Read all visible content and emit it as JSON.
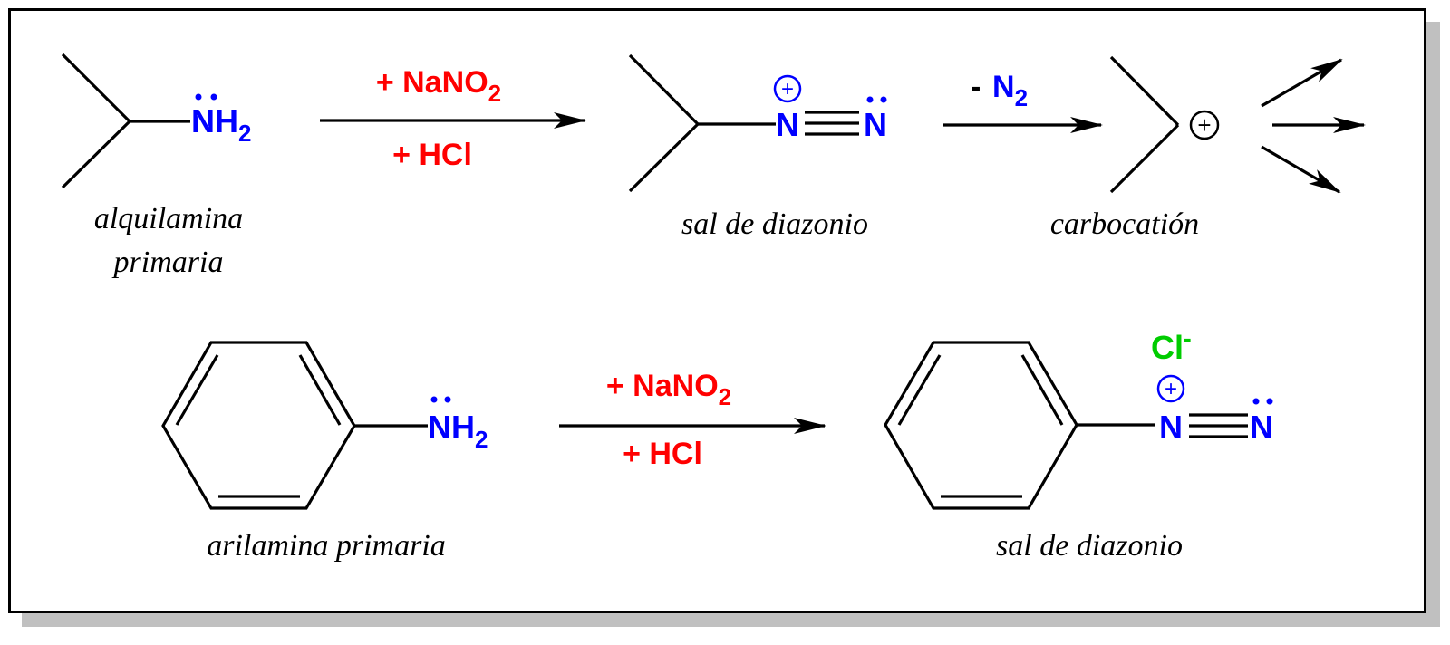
{
  "colors": {
    "atom": "#0000ff",
    "reagent": "#ff0000",
    "anion": "#00cc00",
    "bond": "#000000",
    "frame_shadow": "#c0c0c0"
  },
  "row1": {
    "reactant": {
      "atom": "NH",
      "subscript": "2",
      "label_line1": "alquilamina",
      "label_line2": "primaria"
    },
    "arrow1": {
      "above": "+ NaNO",
      "above_sub": "2",
      "below": "+ HCl"
    },
    "intermediate": {
      "atom1": "N",
      "atom2": "N",
      "charge": "+",
      "label": "sal de diazonio"
    },
    "arrow2": {
      "above_prefix": "- ",
      "above": "N",
      "above_sub": "2"
    },
    "product": {
      "charge": "+",
      "label": "carbocatión"
    },
    "branch_arrows": 3
  },
  "row2": {
    "reactant": {
      "atom": "NH",
      "subscript": "2",
      "label": "arilamina primaria"
    },
    "arrow": {
      "above": "+ NaNO",
      "above_sub": "2",
      "below": "+ HCl"
    },
    "product": {
      "atom1": "N",
      "atom2": "N",
      "charge": "+",
      "anion": "Cl",
      "anion_charge": "-",
      "label": "sal de diazonio"
    }
  }
}
